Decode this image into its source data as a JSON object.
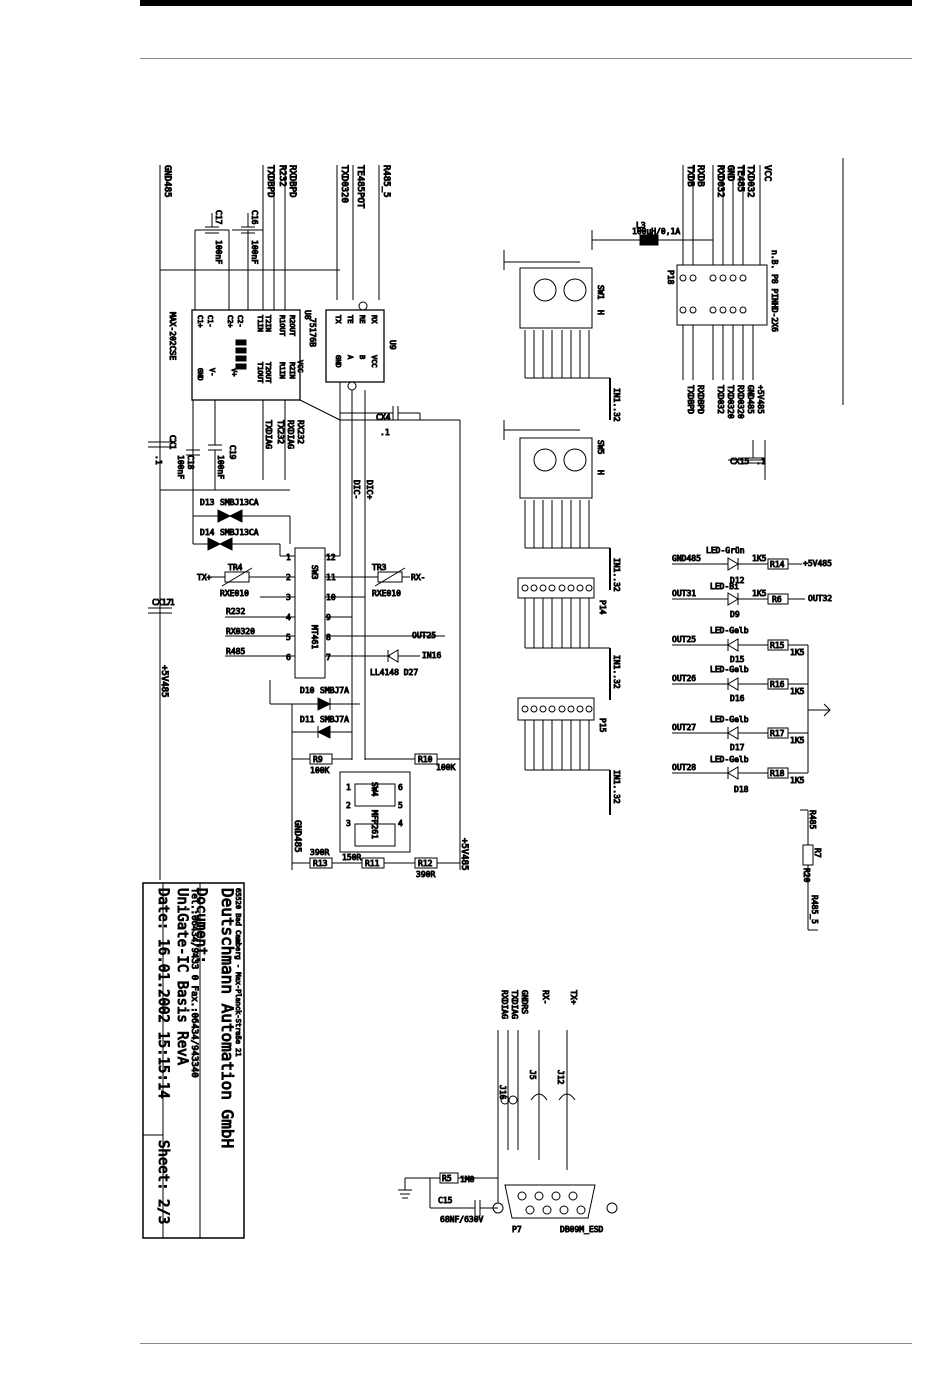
{
  "title_block": {
    "company": "Deutschmann Automation GmbH",
    "address": "65520 Bad Camberg - Max-Planck-Straße 21",
    "phone_fax": "Tel.:06434/9433 0 Fax.:06434/943340",
    "document_label": "Document:",
    "document": "UniGate-IC Basis RevA",
    "date": "Date: 16.01.2002 15:15:14",
    "sheet": "Sheet: 2/3"
  },
  "nets_left": [
    "GND485",
    "TXDBPD",
    "R232",
    "RXDBPD",
    "TXD0320",
    "TE485POT",
    "R485_5"
  ],
  "nets_right": [
    "TXDB",
    "RXDB",
    "GND",
    "TE485",
    "TXD032",
    "RXD032",
    "VCC"
  ],
  "components": {
    "u8": "U8",
    "u8_type": "MAX-202CSE",
    "u8_pins": [
      "C1+",
      "C1-",
      "C2+",
      "C2-",
      "T1IN",
      "T2IN",
      "R1OUT",
      "R2OUT",
      "VCC",
      "GND",
      "V-",
      "V+",
      "T1OUT",
      "T2OUT",
      "R1IN",
      "R2IN"
    ],
    "u9": "U9",
    "u9_type": "75176B",
    "u9_pins": [
      "RX",
      "VCC",
      "RE",
      "B",
      "TE",
      "A",
      "TX",
      "GND"
    ],
    "c17": "C17",
    "c17_val": "100nF",
    "c16": "C16",
    "c16_val": "100nF",
    "c18": "C18",
    "c18_val": "100nF",
    "c19": "C19",
    "c19_val": "100nF",
    "cx1": "CX1",
    "cx4": "CX4",
    "cx15": "CX15",
    "cx17": "CX17",
    "cval": ".1",
    "d13": "D13",
    "d14": "D14",
    "d_smbj13": "SMBJ13CA",
    "d10": "D10",
    "d11": "D11",
    "d_smbj7": "SMBJ7A",
    "sw3": "SW3",
    "mt": "MT461",
    "sw4": "SW4",
    "mfp": "MFP261",
    "tr4": "TR4",
    "tr3": "TR3",
    "rxe": "RXE010",
    "txp": "TX+",
    "rxm": "RX-",
    "r232": "R232",
    "rx0320": "RX0320",
    "r485": "R485",
    "out25": "OUT25",
    "in16": "IN16",
    "d27": "LL4148 D27",
    "r9": "R9",
    "r9v": "100K",
    "r10": "R10",
    "r10v": "100K",
    "r13": "R13",
    "r11": "R11",
    "r12": "R12",
    "v390": "390R",
    "v150": "150R",
    "gnd485b": "GND485",
    "p5v485": "+5V485",
    "dicm": "DIC-",
    "dicp": "DIC+",
    "sw1": "SW1",
    "sw5": "SW5",
    "sw_h": "H",
    "p14": "P14",
    "p15": "P15",
    "in_bus": "IN1..32",
    "l3": "L3",
    "l3v": "100µH/0,1A",
    "p18": "P18",
    "p18_type": "n.B. P8 PINHD-2X6",
    "p18_right": [
      "TXDBPD",
      "RXDBPD",
      "TXD032",
      "TXD0320",
      "RXD0320",
      "GND485",
      "+5V485"
    ],
    "led_green": "LED-Grün",
    "led_bi": "LED-Bi",
    "led_yellow": "LED-Gelb",
    "d12": "D12",
    "d9": "D9",
    "d15": "D15",
    "d16": "D16",
    "d17": "D17",
    "d18": "D18",
    "gnd485": "GND485",
    "p5v": "+5V485",
    "out31": "OUT31",
    "out32": "OUT32",
    "out25b": "OUT25",
    "out26": "OUT26",
    "out27": "OUT27",
    "out28": "OUT28",
    "r14": "R14",
    "r6": "R6",
    "r15": "R15",
    "r16": "R16",
    "r17": "R17",
    "r18": "R18",
    "v1k5": "1K5",
    "r7": "R7",
    "r7v": "R20",
    "r485a": "R485",
    "r485b": "R485_5",
    "sub_txp": "TX+",
    "sub_rxm": "RX-",
    "sub_gnd": "GNDRS",
    "sub_txd": "TXDIAG",
    "sub_rxd": "RXDIAG",
    "j12": "J12",
    "j5": "J5",
    "j16": "J16",
    "r5": "R5",
    "r5v": "1M0",
    "c15": "C15",
    "c15v": "68NF/630V",
    "p7": "P7",
    "db9": "DB09M_ESD"
  }
}
